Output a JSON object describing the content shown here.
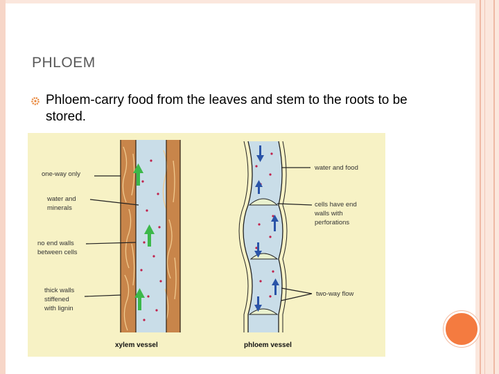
{
  "slide": {
    "title": "PHLOEM",
    "bullet_text": "Phloem-carry food from the leaves and stem to the roots to be stored."
  },
  "figure": {
    "xylem_labels": {
      "one_way": "one-way only",
      "water_line1": "water and",
      "water_line2": "minerals",
      "noend_line1": "no end walls",
      "noend_line2": "between cells",
      "thick_line1": "thick walls",
      "thick_line2": "stiffened",
      "thick_line3": "with lignin"
    },
    "phloem_labels": {
      "water_food": "water and food",
      "cells_line1": "cells have end",
      "cells_line2": "walls with",
      "cells_line3": "perforations",
      "two_way": "two-way flow"
    },
    "captions": {
      "xylem": "xylem vessel",
      "phloem": "phloem vessel"
    },
    "colors": {
      "background": "#f7f2c5",
      "vessel_fluid": "#c9dde8",
      "wood": "#c8854a",
      "up_arrow": "#3cb84a",
      "phloem_arrow": "#2a54a8",
      "particle": "#c0204a",
      "accent": "#f47b40"
    }
  }
}
